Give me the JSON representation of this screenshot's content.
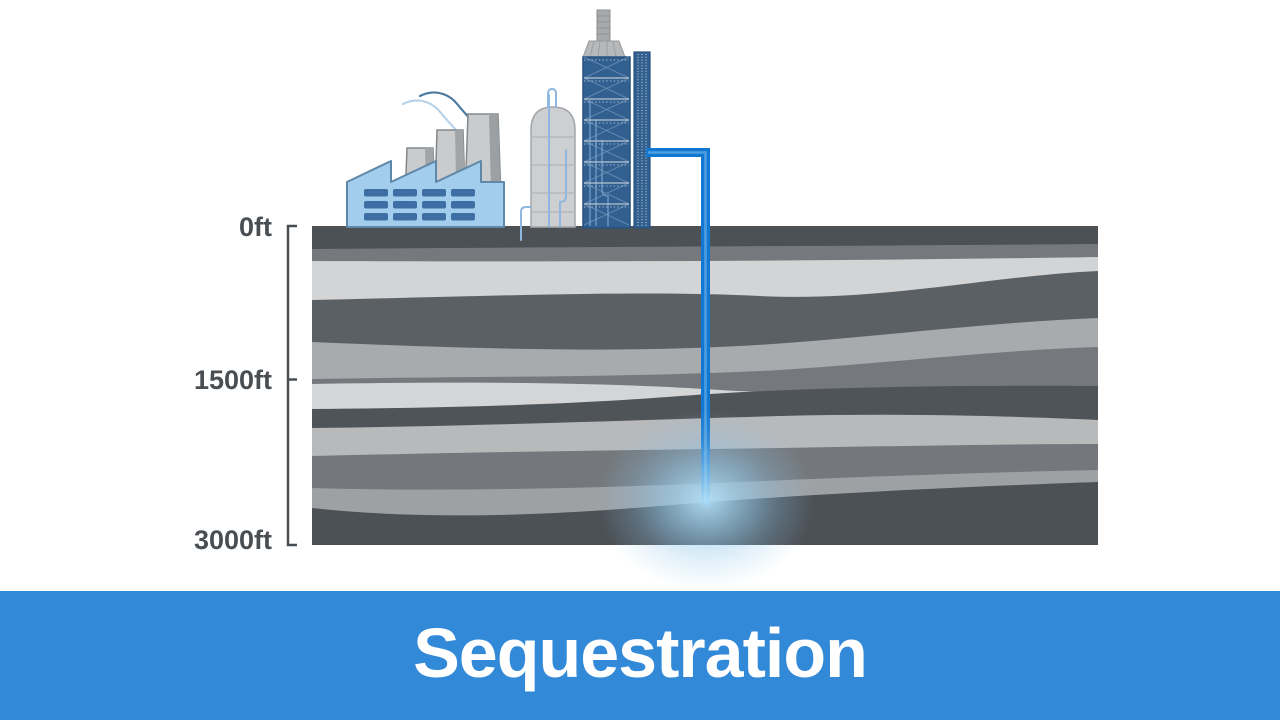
{
  "banner": {
    "title": "Sequestration",
    "background_color": "#3289d8",
    "text_color": "#ffffff"
  },
  "diagram": {
    "title_semantic": "carbon-sequestration-cross-section",
    "depth_scale": {
      "unit": "ft",
      "ticks": [
        {
          "label": "0ft",
          "value": 0
        },
        {
          "label": "1500ft",
          "value": 1500
        },
        {
          "label": "3000ft",
          "value": 3000
        }
      ]
    },
    "icons": {
      "factory": "factory-icon",
      "smokestacks": "smokestack-icon",
      "smoke": "smoke-icon",
      "storage_tank": "storage-tank-icon",
      "drilling_tower": "drilling-tower-icon",
      "injection_pipe": "injection-pipe",
      "co2_plume": "co2-plume-glow"
    },
    "strata_layer_count": 11
  },
  "colors": {
    "banner_blue": "#3289d8",
    "pipe_blue": "#1277d2",
    "pipe_highlight": "#4f9fe0",
    "plume_glow": "#a9d8f3",
    "label_gray": "#494e53",
    "tower_blue": "#305f90",
    "factory_blue": "#a3cdec",
    "window_blue": "#3d6ea4",
    "strata_dark": "#4c5156",
    "strata_medium": "#75797d",
    "strata_light": "#d3d4d5"
  }
}
